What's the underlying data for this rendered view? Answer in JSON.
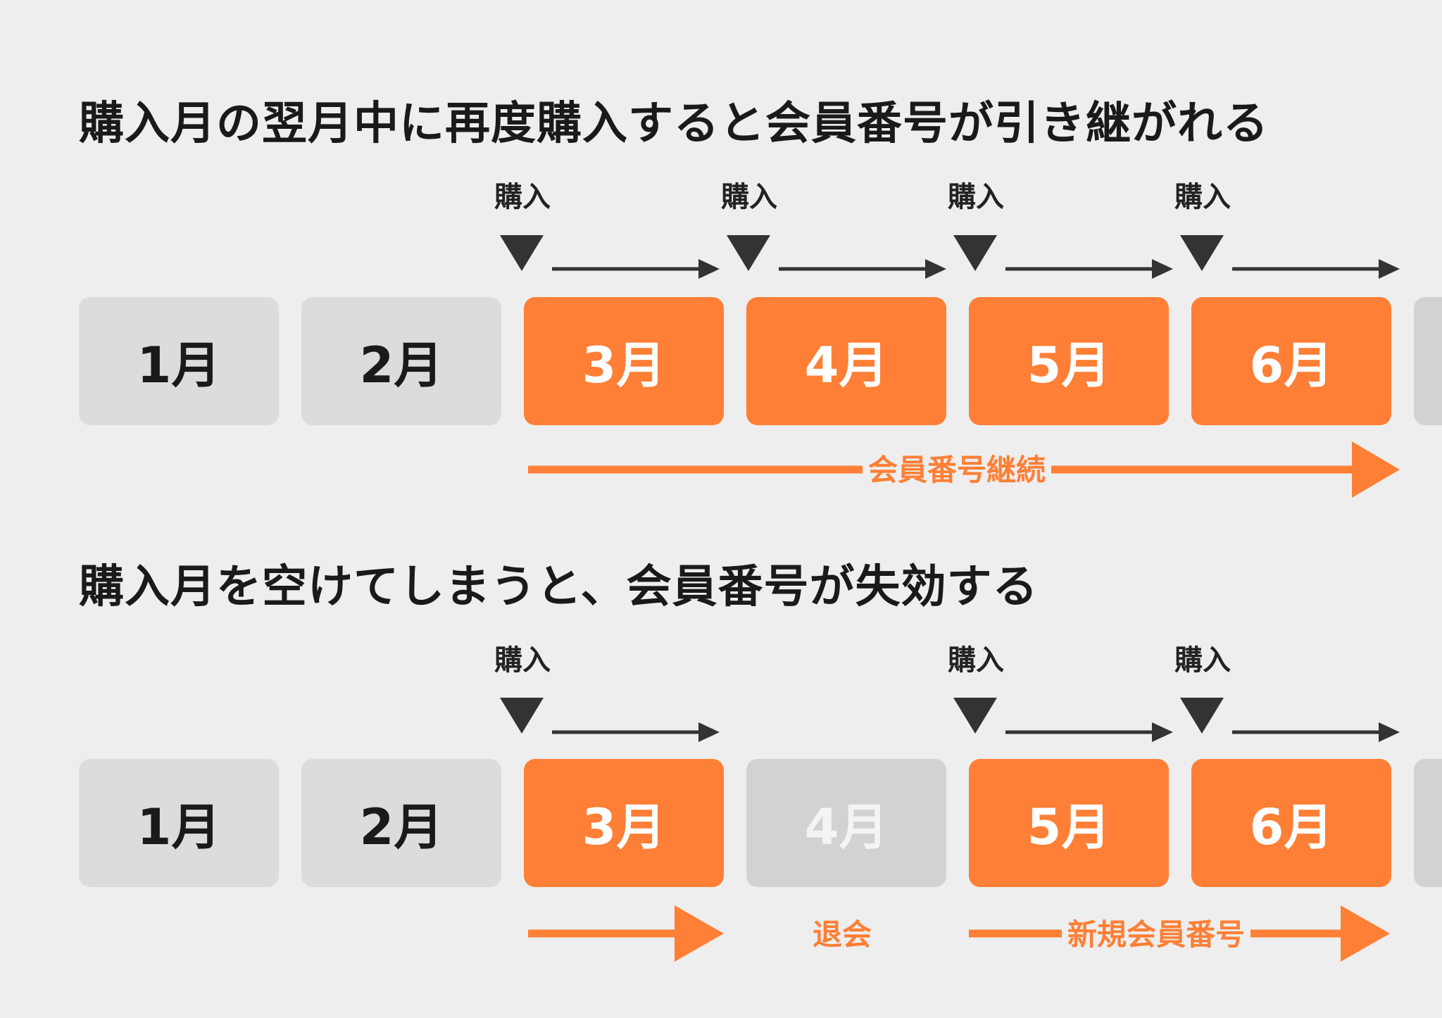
{
  "colors": {
    "accent": "#fe7f35",
    "inactive_box": "#dcdcdc",
    "lapsed_box": "#d2d2d2",
    "marker": "#333333"
  },
  "section1": {
    "title": "購入月の翌月中に再度購入すると会員番号が引き継がれる",
    "purchase_labels": [
      "購入",
      "購入",
      "購入",
      "購入"
    ],
    "months": [
      {
        "label": "1月",
        "state": "inactive"
      },
      {
        "label": "2月",
        "state": "inactive"
      },
      {
        "label": "3月",
        "state": "active"
      },
      {
        "label": "4月",
        "state": "active"
      },
      {
        "label": "5月",
        "state": "active"
      },
      {
        "label": "6月",
        "state": "active"
      }
    ],
    "span_label": "会員番号継続"
  },
  "section2": {
    "title": "購入月を空けてしまうと、会員番号が失効する",
    "purchase_labels": [
      "購入",
      "購入",
      "購入"
    ],
    "months": [
      {
        "label": "1月",
        "state": "inactive"
      },
      {
        "label": "2月",
        "state": "inactive"
      },
      {
        "label": "3月",
        "state": "active"
      },
      {
        "label": "4月",
        "state": "lapsed"
      },
      {
        "label": "5月",
        "state": "active"
      },
      {
        "label": "6月",
        "state": "active"
      }
    ],
    "withdraw_label": "退会",
    "new_member_label": "新規会員番号"
  }
}
